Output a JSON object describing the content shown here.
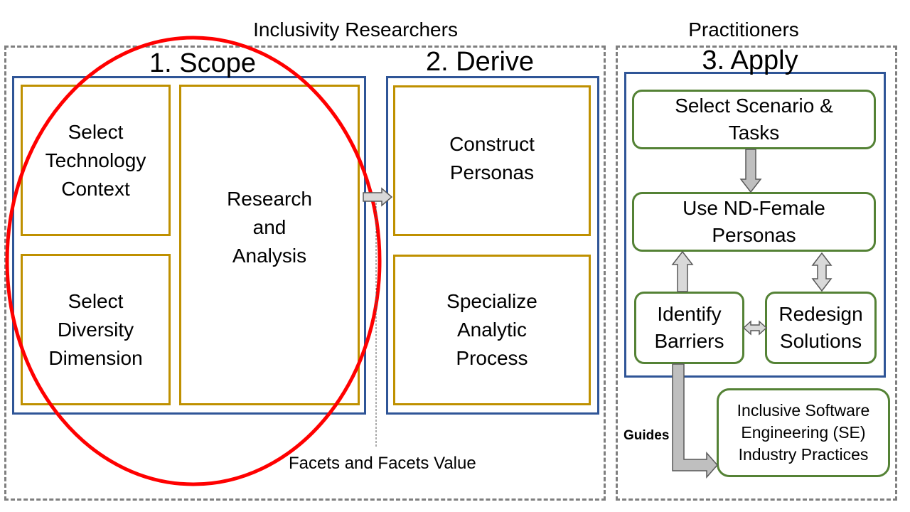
{
  "groups": {
    "researchers_label": "Inclusivity Researchers",
    "practitioners_label": "Practitioners"
  },
  "stages": {
    "scope": {
      "title": "1. Scope",
      "select_technology": "Select\nTechnology\nContext",
      "select_diversity": "Select\nDiversity\nDimension",
      "research_analysis": "Research\nand\nAnalysis"
    },
    "derive": {
      "title": "2. Derive",
      "construct_personas": "Construct\nPersonas",
      "specialize_process": "Specialize\nAnalytic\nProcess"
    },
    "apply": {
      "title": "3. Apply",
      "select_scenario": "Select Scenario &\nTasks",
      "use_personas": "Use ND-Female\nPersonas",
      "identify_barriers": "Identify\nBarriers",
      "redesign_solutions": "Redesign\nSolutions"
    }
  },
  "outputs": {
    "inclusive_se": "Inclusive Software\nEngineering (SE)\nIndustry Practices",
    "guides_label": "Guides",
    "facets_label": "Facets and Facets Value"
  },
  "colors": {
    "stage_border": "#2f5597",
    "scope_box_border": "#bf9000",
    "apply_box_border": "#548235",
    "group_border": "#7f7f7f",
    "highlight_ellipse": "#ff0000",
    "arrow_fill": "#d9d9d9"
  }
}
